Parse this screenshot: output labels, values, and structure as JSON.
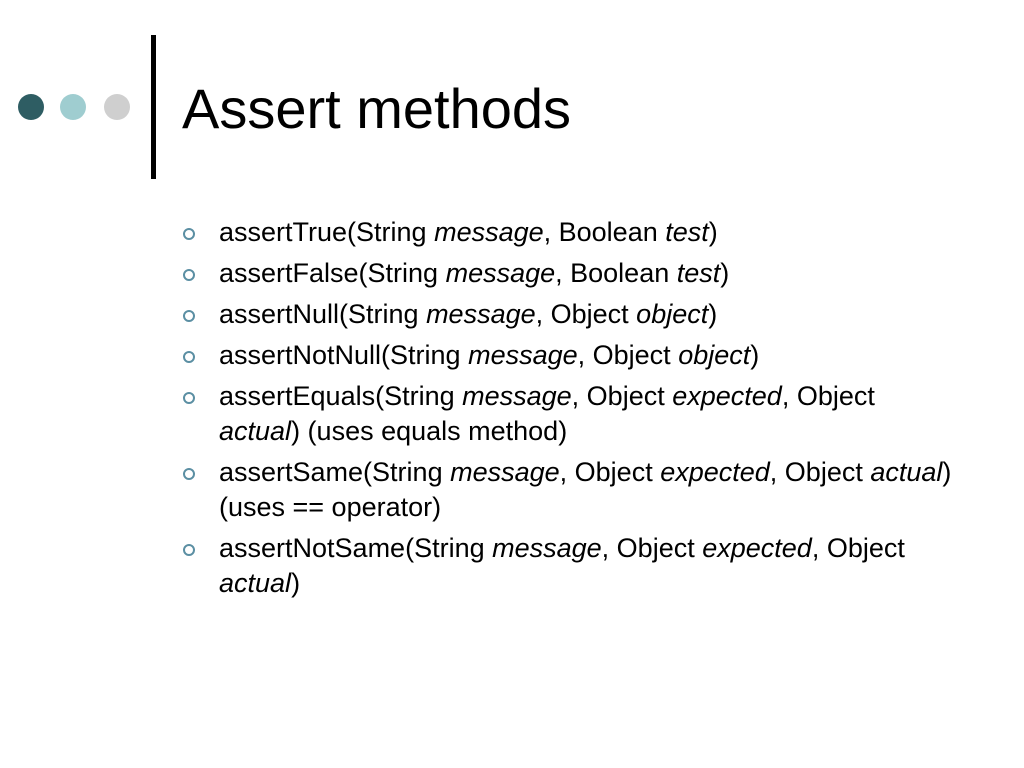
{
  "colors": {
    "dot_dark": "#2e5d63",
    "dot_mid": "#9fcdd0",
    "dot_light": "#cfcfcf",
    "bullet_marker": "#5b8fa3"
  },
  "slide": {
    "title": "Assert methods"
  },
  "bullets": [
    {
      "method": "assertTrue(String ",
      "p1": "message",
      "mid": ", Boolean ",
      "p2": "test",
      "end": ")"
    },
    {
      "method": "assertFalse(String ",
      "p1": "message",
      "mid": ", Boolean ",
      "p2": "test",
      "end": ")"
    },
    {
      "method": "assertNull(String ",
      "p1": "message",
      "mid": ", Object ",
      "p2": "object",
      "end": ")"
    },
    {
      "method": "assertNotNull(String ",
      "p1": "message",
      "mid": ", Object ",
      "p2": "object",
      "end": ")"
    },
    {
      "method": "assertEquals(String ",
      "p1": "message",
      "mid": ", Object ",
      "p2": "expected",
      "mid2": ", Object ",
      "p3": "actual",
      "end": ") (uses equals method)"
    },
    {
      "method": "assertSame(String ",
      "p1": "message",
      "mid": ", Object ",
      "p2": "expected",
      "mid2": ", Object ",
      "p3": "actual",
      "end": ") (uses == operator)"
    },
    {
      "method": "assertNotSame(String ",
      "p1": "message",
      "mid": ", Object ",
      "p2": "expected",
      "mid2": ", Object ",
      "p3": "actual",
      "end": ")"
    }
  ]
}
